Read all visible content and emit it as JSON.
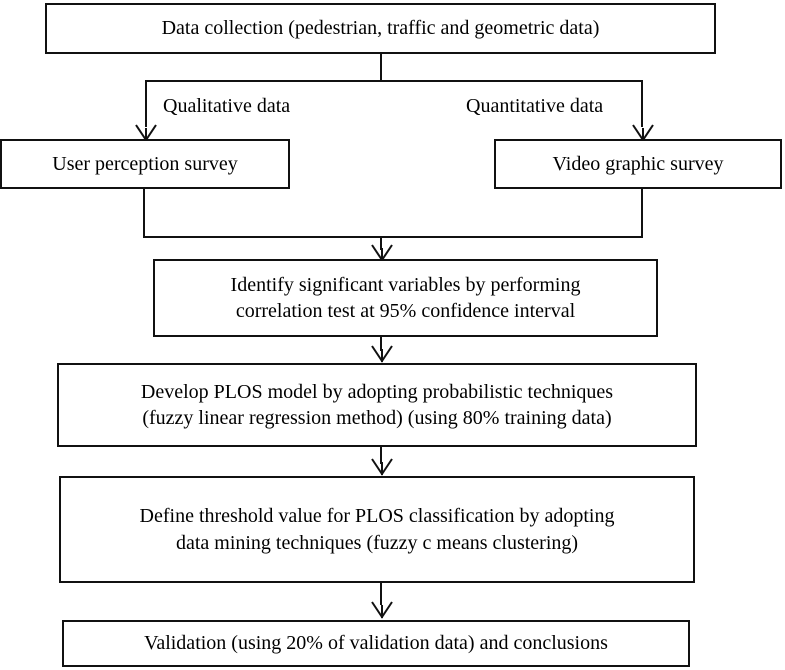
{
  "diagram": {
    "type": "flowchart",
    "orientation": "top-to-bottom",
    "title": "PLOS model development methodology flowchart",
    "nodes": [
      {
        "id": "data-collection",
        "label": "Data collection (pedestrian, traffic and geometric data)"
      },
      {
        "id": "user-perception-survey",
        "label": "User perception survey"
      },
      {
        "id": "video-graphic-survey",
        "label": "Video graphic survey"
      },
      {
        "id": "identify-variables",
        "label": "Identify significant variables by performing\ncorrelation test at 95% confidence interval"
      },
      {
        "id": "develop-plos-model",
        "label": "Develop PLOS model by adopting probabilistic techniques\n(fuzzy linear regression method) (using 80% training data)"
      },
      {
        "id": "define-threshold",
        "label": "Define threshold value for PLOS classification by adopting\ndata mining techniques (fuzzy c means clustering)"
      },
      {
        "id": "validation",
        "label": "Validation (using 20% of validation data) and conclusions"
      }
    ],
    "edges": [
      {
        "id": "qualitative-branch",
        "from": "data-collection",
        "to": "user-perception-survey",
        "label": "Qualitative data"
      },
      {
        "id": "quantitative-branch",
        "from": "data-collection",
        "to": "video-graphic-survey",
        "label": "Quantitative data"
      },
      {
        "id": "surveys-to-identify",
        "from": "user-perception-survey,video-graphic-survey",
        "to": "identify-variables",
        "label": ""
      },
      {
        "id": "identify-to-develop",
        "from": "identify-variables",
        "to": "develop-plos-model",
        "label": ""
      },
      {
        "id": "develop-to-threshold",
        "from": "develop-plos-model",
        "to": "define-threshold",
        "label": ""
      },
      {
        "id": "threshold-to-validation",
        "from": "define-threshold",
        "to": "validation",
        "label": ""
      }
    ],
    "colors": {
      "stroke": "#111111",
      "fill": "#ffffff",
      "text": "#000000"
    }
  }
}
